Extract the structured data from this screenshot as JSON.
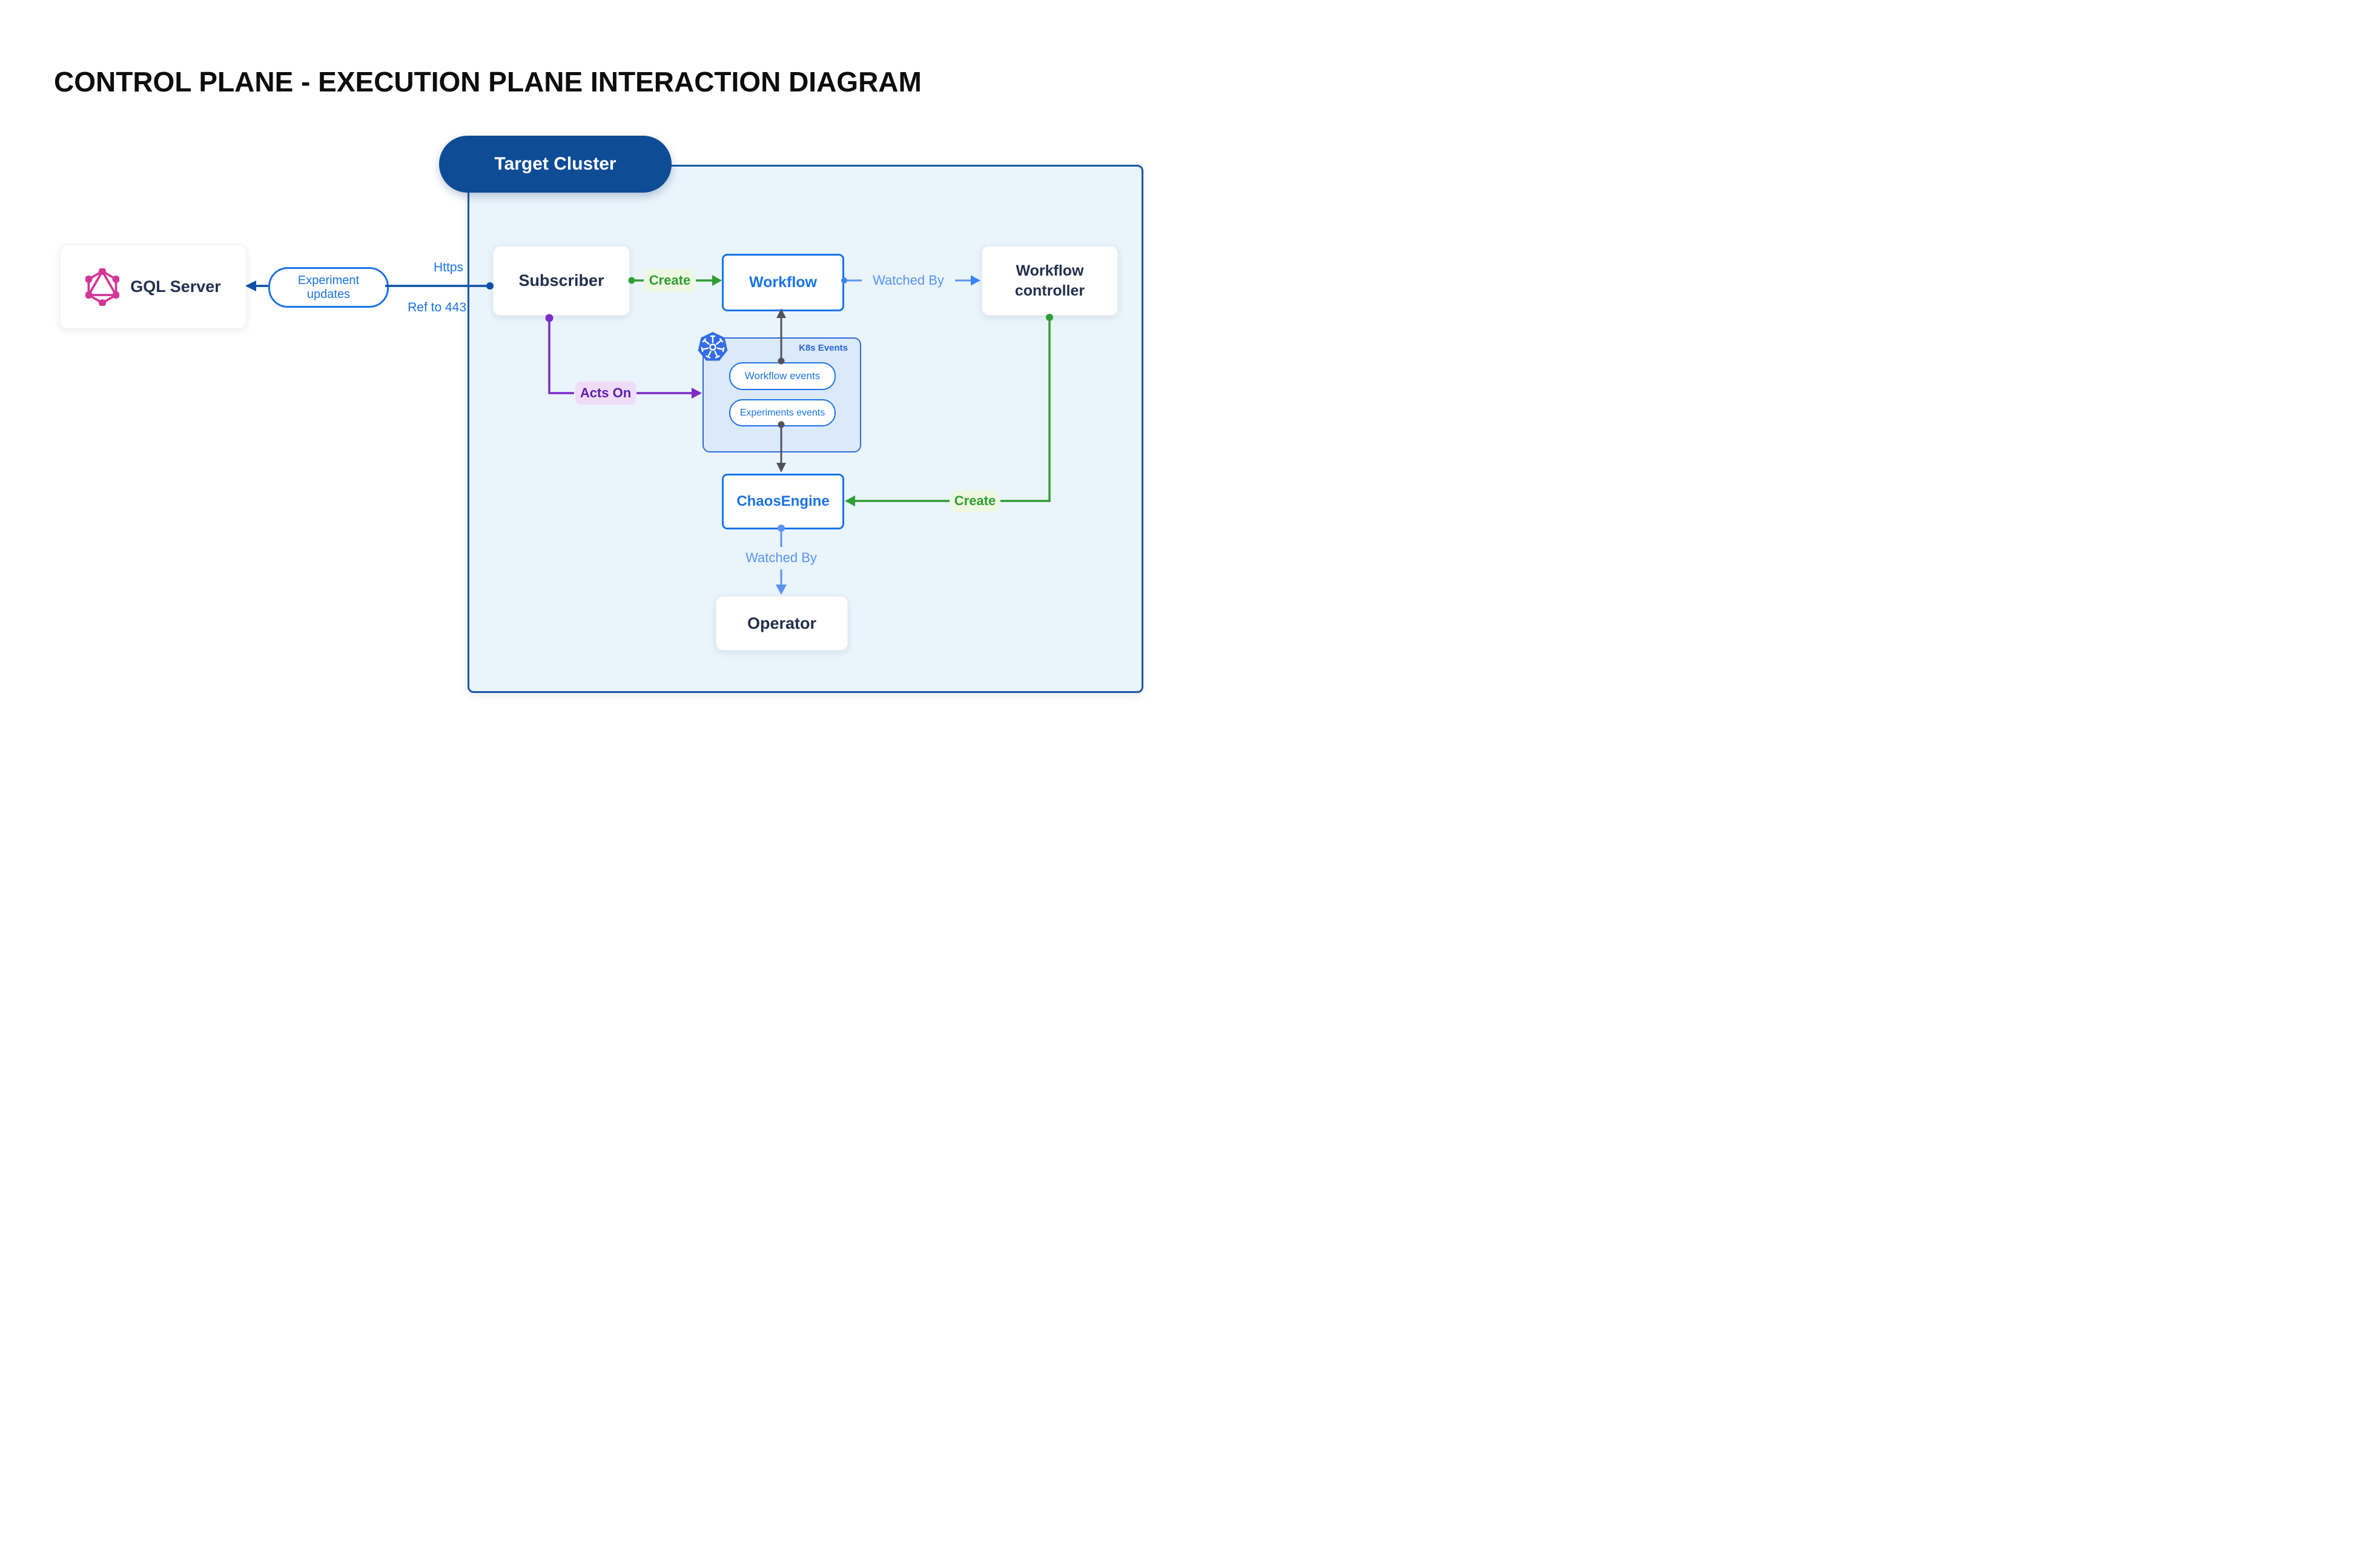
{
  "title": "CONTROL PLANE - EXECUTION PLANE INTERACTION DIAGRAM",
  "cluster": {
    "label": "Target Cluster"
  },
  "nodes": {
    "gql_server": {
      "label": "GQL Server"
    },
    "subscriber": {
      "label": "Subscriber"
    },
    "workflow": {
      "label": "Workflow"
    },
    "workflow_controller": {
      "label": "Workflow controller"
    },
    "chaos_engine": {
      "label": "ChaosEngine"
    },
    "operator": {
      "label": "Operator"
    }
  },
  "k8s": {
    "label": "K8s Events",
    "pills": [
      "Workflow events",
      "Experiments events"
    ]
  },
  "edges": {
    "experiment_updates": "Experiment updates",
    "https": "Https",
    "ref_443": "Ref to 443",
    "create_workflow": "Create",
    "watched_by_workflow": "Watched By",
    "acts_on": "Acts On",
    "create_chaosengine": "Create",
    "watched_by_operator": "Watched By"
  },
  "icons": {
    "graphql": "graphql-hexagon-logo",
    "kubernetes": "kubernetes-helm-wheel-logo"
  },
  "colors": {
    "title": "#0d0d0d",
    "cluster_fill": "#e9f4fb",
    "cluster_border": "#1c55a2",
    "cluster_pill": "#0f4c96",
    "node_text": "#22304e",
    "resource_blue": "#1a73e8",
    "https_line": "#0c4fa4",
    "watched_by_blue": "#5b93f2",
    "create_green": "#2f9e33",
    "create_pill_bg": "#eef7e0",
    "acts_on_purple": "#7a2cc4",
    "acts_on_text": "#5c1fae",
    "acts_on_pill_bg": "#efdcf9",
    "k8s_box_fill": "#dbe9fa",
    "k8s_box_border": "#2e6bd3",
    "event_line_gray": "#52525e",
    "graphql_magenta": "#d23697",
    "kubernetes_blue": "#336de6"
  }
}
